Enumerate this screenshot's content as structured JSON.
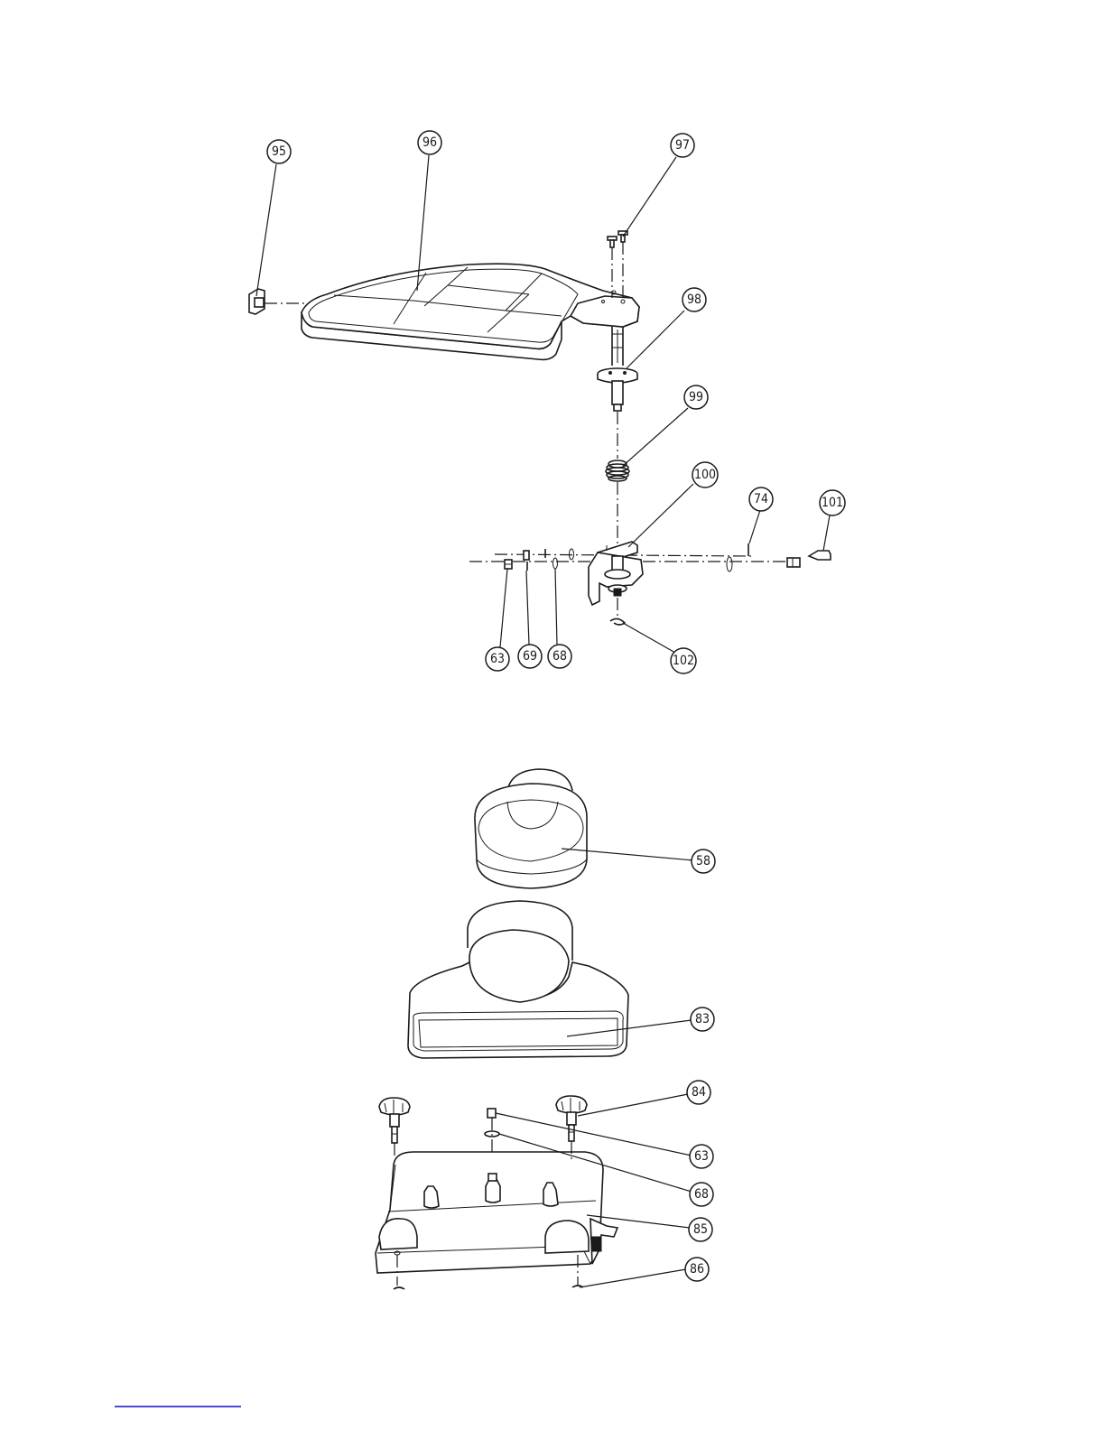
{
  "diagram": {
    "type": "exploded parts diagram",
    "upper_assembly_callouts": [
      "95",
      "96",
      "97",
      "98",
      "99",
      "100",
      "74",
      "101",
      "63",
      "69",
      "68",
      "102"
    ],
    "lower_assembly_callouts": [
      "58",
      "83",
      "84",
      "63",
      "68",
      "85",
      "86"
    ]
  },
  "callouts": {
    "c95": "95",
    "c96": "96",
    "c97": "97",
    "c98": "98",
    "c99": "99",
    "c100": "100",
    "c74": "74",
    "c101": "101",
    "c63a": "63",
    "c69": "69",
    "c68a": "68",
    "c102": "102",
    "c58": "58",
    "c83": "83",
    "c84": "84",
    "c63b": "63",
    "c68b": "68",
    "c85": "85",
    "c86": "86"
  },
  "colors": {
    "line": "#1a1a1a",
    "footer_rule": "#4a4ad8"
  }
}
